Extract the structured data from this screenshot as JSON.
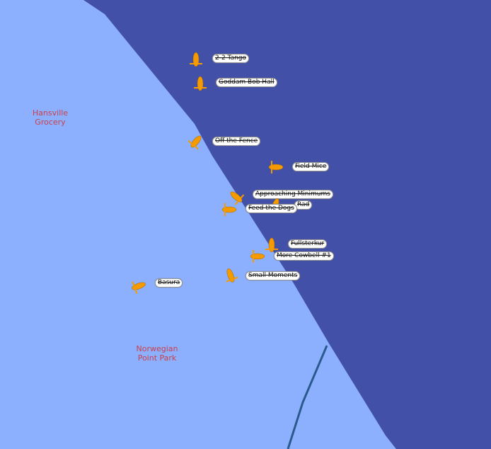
{
  "places": {
    "hansville": "Hansville\nGrocery",
    "hansville_l1": "Hansville",
    "hansville_l2": "Grocery",
    "norwegian_l1": "Norwegian",
    "norwegian_l2": "Point Park"
  },
  "colors": {
    "land": "#8cb0fd",
    "water": "#4350a8",
    "boat": "#f59b00",
    "place": "#c8404e"
  },
  "boats": [
    "2-2 Tango",
    "Goddam Bob Hall",
    "Off the Fence",
    "Field Mice",
    "Approaching Minimums",
    "Rad",
    "Feed the Dogs",
    "Fullsterkur",
    "More Cowbell #1",
    "Small Moments",
    "Basura"
  ]
}
